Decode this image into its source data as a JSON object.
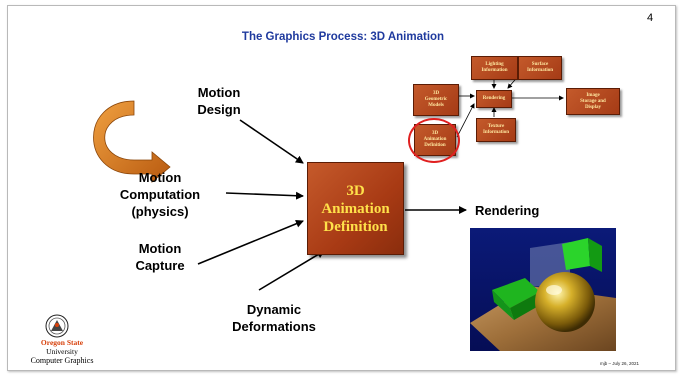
{
  "slide": {
    "number": "4",
    "title": "The Graphics Process: 3D Animation",
    "footer": "mjb – July 26, 2021"
  },
  "labels": {
    "motion_design": [
      "Motion",
      "Design"
    ],
    "motion_computation": [
      "Motion",
      "Computation",
      "(physics)"
    ],
    "motion_capture": [
      "Motion",
      "Capture"
    ],
    "dynamic_deformations": [
      "Dynamic",
      "Deformations"
    ],
    "rendering": "Rendering"
  },
  "central_box": [
    "3D",
    "Animation",
    "Definition"
  ],
  "mini_diagram": {
    "lighting": [
      "Lighting",
      "Information"
    ],
    "surface": [
      "Surface",
      "Information"
    ],
    "geometric": [
      "3D",
      "Geometric",
      "Models"
    ],
    "rendering": [
      "Rendering"
    ],
    "image_storage": [
      "Image",
      "Storage and",
      "Display"
    ],
    "texture": [
      "Texture",
      "Information"
    ],
    "animation": [
      "3D",
      "Animation",
      "Definition"
    ]
  },
  "logo": {
    "name": "Oregon State",
    "line2": "University",
    "line3": "Computer Graphics"
  },
  "colors": {
    "title": "#1f3a9e",
    "box_fill": "#a83a14",
    "box_text": "#ffe14a",
    "highlight_ring": "#e02020",
    "logo_orange": "#d73f09"
  },
  "icons": [
    "curved-arrow-icon",
    "rendered-scene-image",
    "osu-seal-icon"
  ]
}
